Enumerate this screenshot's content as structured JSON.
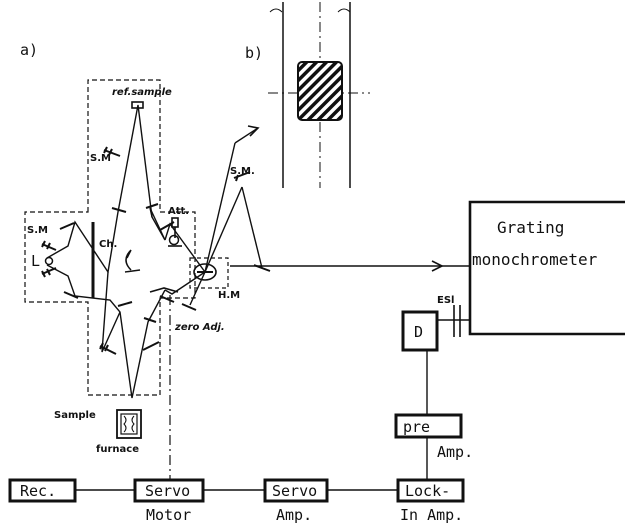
{
  "panel_labels": {
    "a": "a)",
    "b": "b)"
  },
  "optics": {
    "ref_sample": "ref.sample",
    "sm_top": "S.M",
    "sm_left": "S.M",
    "source": "L",
    "chopper": "Ch.",
    "att": "Att.",
    "sm_right": "S.M.",
    "hm": "H.M",
    "zero_adj": "zero Adj.",
    "sample": "Sample",
    "furnace": "furnace"
  },
  "monochromator": {
    "line1": "Grating",
    "line2": "monochrometer",
    "esl": "ESl"
  },
  "electronics": {
    "detector": "D",
    "preamp_box": "pre",
    "preamp_caption": "Amp.",
    "recorder": "Rec.",
    "servo_motor_box": "Servo",
    "servo_motor_caption": "Motor",
    "servo_amp_box": "Servo",
    "servo_amp_caption": "Amp.",
    "lockin_box": "Lock-",
    "lockin_caption": "In Amp."
  },
  "colors": {
    "ink": "#111111",
    "background": "#ffffff"
  }
}
